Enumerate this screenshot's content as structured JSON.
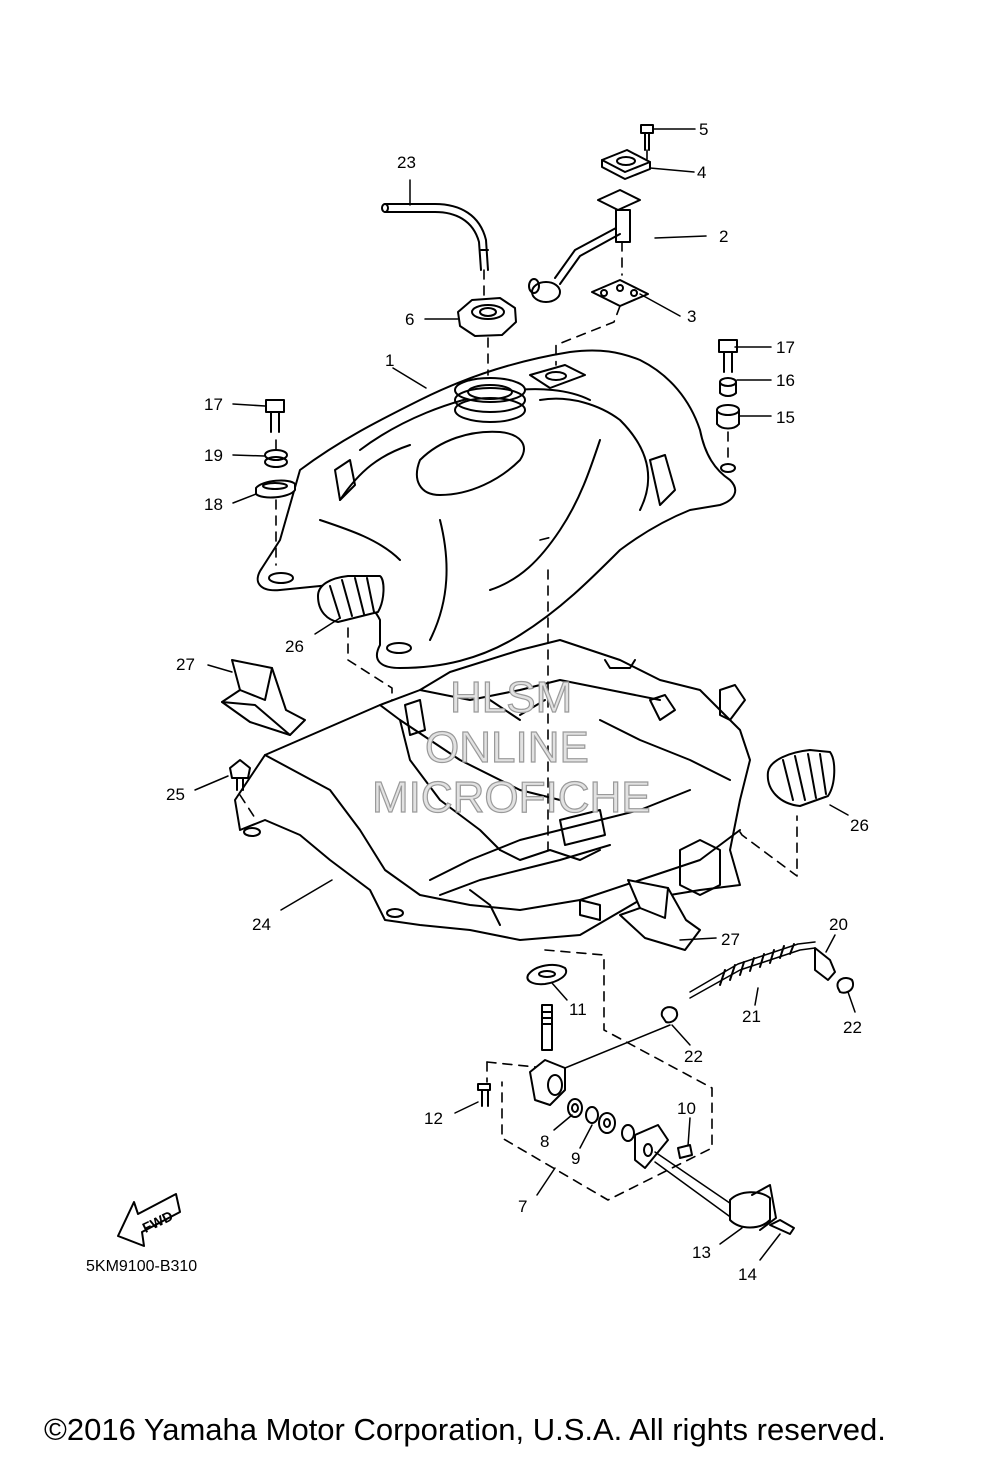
{
  "watermark": {
    "line1": "HLSM",
    "line2": "ONLINE",
    "line3": "MICROFICHE"
  },
  "fwd_arrow": {
    "label": "FWD"
  },
  "drawing_code": "5KM9100-B310",
  "copyright": "©2016 Yamaha Motor Corporation, U.S.A. All rights reserved.",
  "callouts": [
    {
      "id": "c1",
      "text": "1"
    },
    {
      "id": "c2",
      "text": "2"
    },
    {
      "id": "c3",
      "text": "3"
    },
    {
      "id": "c4",
      "text": "4"
    },
    {
      "id": "c5",
      "text": "5"
    },
    {
      "id": "c6",
      "text": "6"
    },
    {
      "id": "c7",
      "text": "7"
    },
    {
      "id": "c8",
      "text": "8"
    },
    {
      "id": "c9",
      "text": "9"
    },
    {
      "id": "c10",
      "text": "10"
    },
    {
      "id": "c11",
      "text": "11"
    },
    {
      "id": "c12",
      "text": "12"
    },
    {
      "id": "c13",
      "text": "13"
    },
    {
      "id": "c14",
      "text": "14"
    },
    {
      "id": "c15",
      "text": "15"
    },
    {
      "id": "c16",
      "text": "16"
    },
    {
      "id": "c17a",
      "text": "17"
    },
    {
      "id": "c17b",
      "text": "17"
    },
    {
      "id": "c18",
      "text": "18"
    },
    {
      "id": "c19",
      "text": "19"
    },
    {
      "id": "c20",
      "text": "20"
    },
    {
      "id": "c21",
      "text": "21"
    },
    {
      "id": "c22a",
      "text": "22"
    },
    {
      "id": "c22b",
      "text": "22"
    },
    {
      "id": "c23",
      "text": "23"
    },
    {
      "id": "c24",
      "text": "24"
    },
    {
      "id": "c25",
      "text": "25"
    },
    {
      "id": "c26a",
      "text": "26"
    },
    {
      "id": "c26b",
      "text": "26"
    },
    {
      "id": "c27a",
      "text": "27"
    },
    {
      "id": "c27b",
      "text": "27"
    }
  ]
}
